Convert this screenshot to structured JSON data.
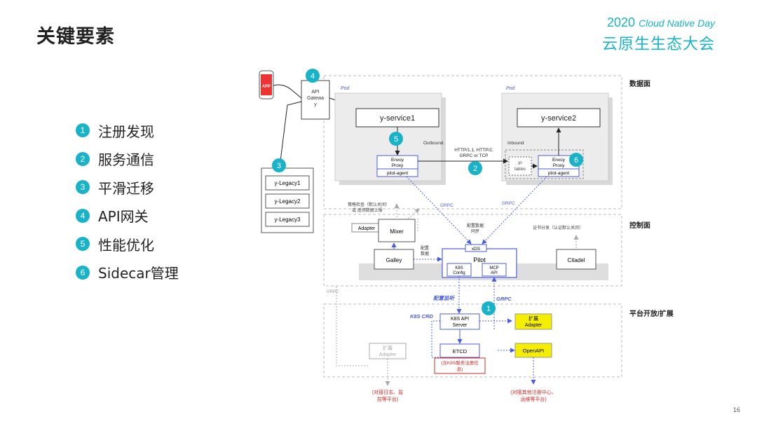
{
  "slide": {
    "title": "关键要素",
    "brand_year": "2020",
    "brand_event": "Cloud Native Day",
    "brand_cn": "云原生生态大会",
    "page_number": "16"
  },
  "key_elements": [
    {
      "num": "1",
      "label": "注册发现"
    },
    {
      "num": "2",
      "label": "服务通信"
    },
    {
      "num": "3",
      "label": "平滑迁移"
    },
    {
      "num": "4",
      "label": "API网关"
    },
    {
      "num": "5",
      "label": "性能优化"
    },
    {
      "num": "6",
      "label": "Sidecar管理"
    }
  ],
  "diagram": {
    "planes": {
      "data": "数据面",
      "control": "控制面",
      "platform": "平台开放/扩展"
    },
    "app": "APP",
    "gateway": [
      "API",
      "Gatewa",
      "y"
    ],
    "pod": "Pod",
    "service1": "y-service1",
    "service2": "y-service2",
    "outbound": "Outbound",
    "inbound": "Inbound",
    "envoy": [
      "Envoy",
      "Proxy"
    ],
    "pilot_agent": "pilot-agent",
    "ip_tables": [
      "IP",
      "tables"
    ],
    "protocol": [
      "HTTP/1.1, HTTP/2,",
      "GRPC or TCP"
    ],
    "legacy": [
      "y-Legacy1",
      "y-Legacy2",
      "y-Legacy3"
    ],
    "grpc": "GRPC",
    "policy_note": [
      "策略检查（默认关闭）",
      "或 遥测数据上报"
    ],
    "adapter": "Adapter",
    "mixer": "Mixer",
    "config_sync": [
      "配置数据",
      "同步"
    ],
    "cert_note": "证书分发（认证默认关闭）",
    "config_data": [
      "配置",
      "数据"
    ],
    "galley": "Galley",
    "xds": "xDS",
    "pilot": "Pilot",
    "k8s_config": [
      "K8S",
      "Config"
    ],
    "mcp_api": [
      "MCP",
      "API"
    ],
    "citadel": "Citadel",
    "config_listen": "配置监听",
    "k8s_crd": "K8S CRD",
    "k8s_api": [
      "K8S API",
      "Server"
    ],
    "etcd": "ETCD",
    "etcd_note": [
      "(含K8S服务注册信",
      "息)"
    ],
    "ext_adapter": [
      "扩展",
      "Adapter"
    ],
    "openapi": "OpenAPI",
    "bottom_left_note": [
      "(对接日志、监",
      "控等平台)"
    ],
    "bottom_right_note": [
      "(对接其他注册中心、",
      "运维等平台)"
    ],
    "badges": {
      "b1": "1",
      "b2": "2",
      "b3": "3",
      "b4": "4",
      "b5": "5",
      "b6": "6"
    }
  },
  "colors": {
    "accent": "#19b3c9",
    "flow": "#4a5de0",
    "note_red": "#d62828",
    "highlight": "#f5ee00"
  }
}
